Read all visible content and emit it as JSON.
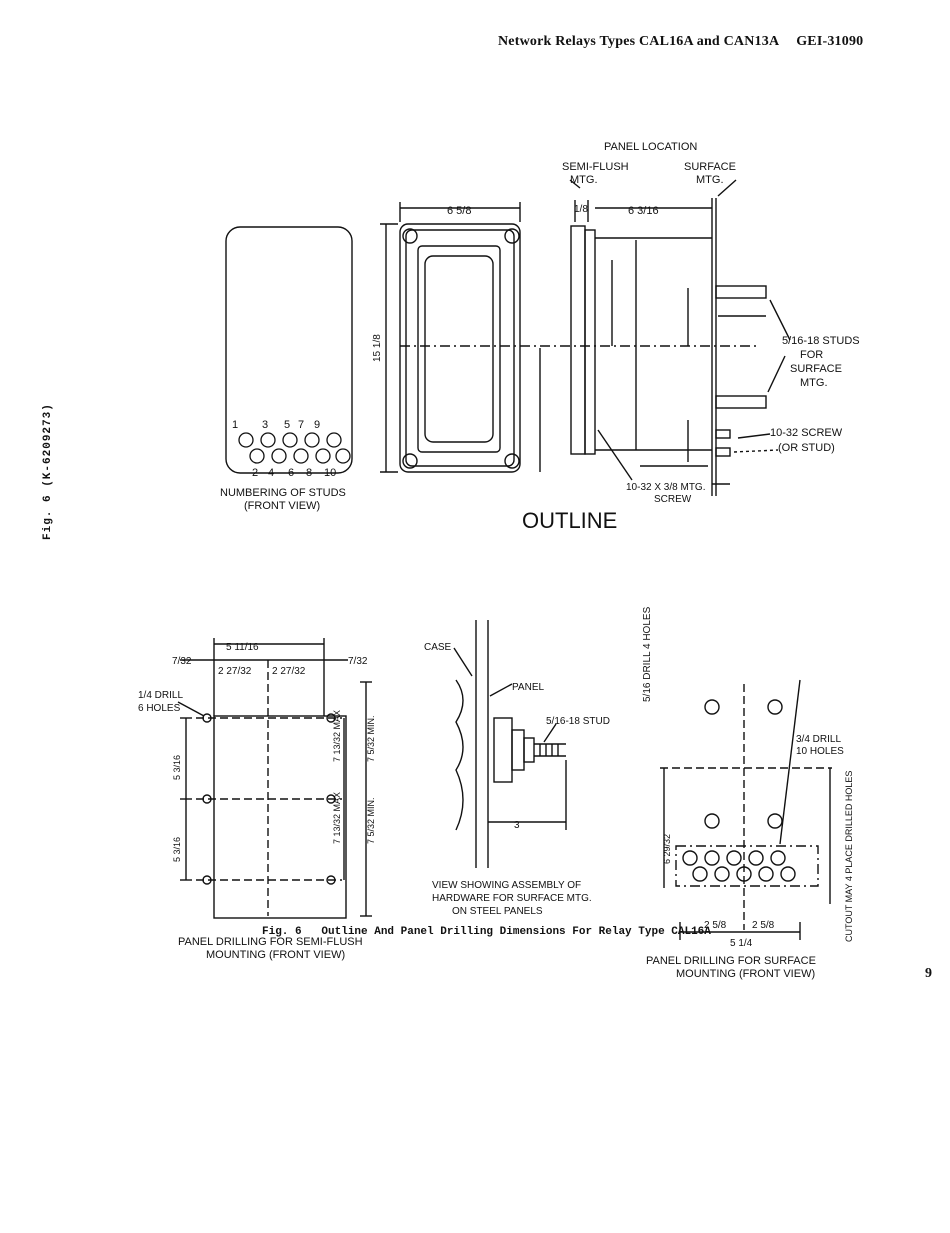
{
  "header": {
    "title": "Network Relays Types CAL16A and CAN13A",
    "doc_number": "GEI-31090"
  },
  "side_label": "Fig. 6 (K-6209273)",
  "outline": {
    "title": "OUTLINE",
    "panel_location": "PANEL LOCATION",
    "semi_flush": "SEMI-FLUSH",
    "semi_flush_mtg": "MTG.",
    "surface": "SURFACE",
    "surface_mtg": "MTG.",
    "stud_numbers_top": [
      "1",
      "3",
      "5",
      "7",
      "9"
    ],
    "stud_numbers_bottom": [
      "2",
      "4",
      "6",
      "8",
      "10"
    ],
    "numbering_caption_1": "NUMBERING OF STUDS",
    "numbering_caption_2": "(FRONT VIEW)",
    "dim_width": "6 5/8",
    "dim_depth": "6 3/16",
    "dim_height": "15 1/8",
    "dim_flange": "1/8",
    "studs_note_1": "5/16-18 STUDS",
    "studs_note_2": "FOR",
    "studs_note_3": "SURFACE",
    "studs_note_4": "MTG.",
    "screw_note_1": "10-32 SCREW",
    "screw_note_2": "(OR STUD)",
    "mtg_screw_note_1": "10-32 X 3/8 MTG.",
    "mtg_screw_note_2": "SCREW"
  },
  "semi_flush_drilling": {
    "caption_1": "PANEL DRILLING FOR SEMI-FLUSH",
    "caption_2": "MOUNTING (FRONT VIEW)",
    "drill_note_1": "1/4 DRILL",
    "drill_note_2": "6 HOLES",
    "dim_total": "5 11/16",
    "dim_half": "2 27/32",
    "dim_edge": "7/32",
    "dim_vert": "5 3/16",
    "dim_max": "7 13/32 MAX",
    "dim_min": "7 5/32 MIN."
  },
  "hardware_view": {
    "case_label": "CASE",
    "panel_label": "PANEL",
    "stud_label": "5/16-18 STUD",
    "dim": "3",
    "caption_1": "VIEW SHOWING ASSEMBLY OF",
    "caption_2": "HARDWARE FOR SURFACE MTG.",
    "caption_3": "ON STEEL PANELS"
  },
  "surface_drilling": {
    "caption_1": "PANEL DRILLING FOR SURFACE",
    "caption_2": "MOUNTING (FRONT VIEW)",
    "drill4_note": "5/16 DRILL 4 HOLES",
    "drill10_note_1": "3/4 DRILL",
    "drill10_note_2": "10 HOLES",
    "cutout_note": "CUTOUT MAY 4 PLACE DRILLED HOLES",
    "dim_total": "5 1/4",
    "dim_half": "2 5/8",
    "dim_tall": "6 29/32"
  },
  "caption": "Fig. 6   Outline And Panel Drilling Dimensions For Relay Type CAL16A",
  "page_number": "9"
}
